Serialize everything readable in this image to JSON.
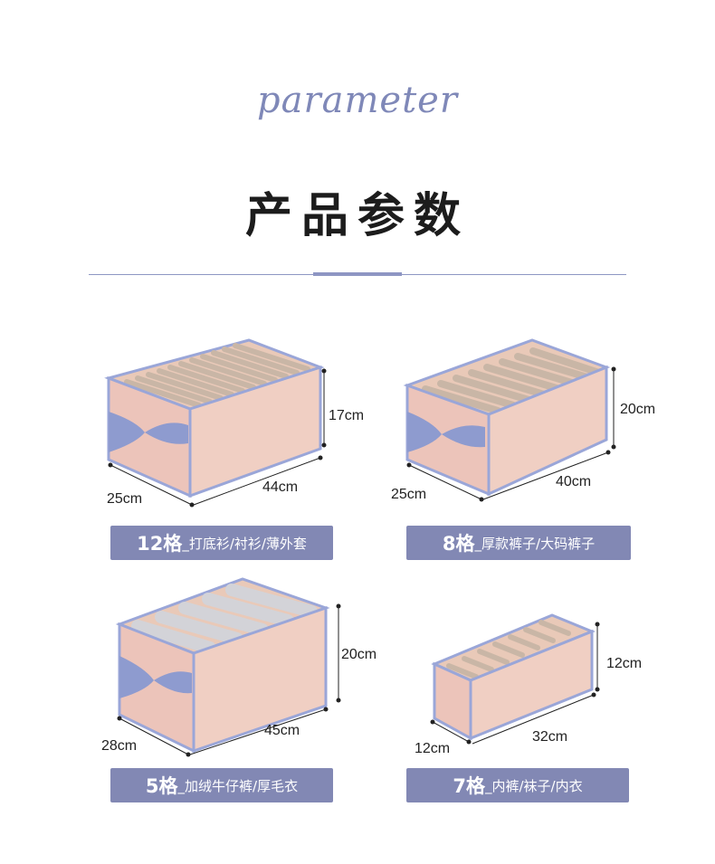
{
  "header": {
    "script_title": "parameter",
    "main_title": "产品参数"
  },
  "colors": {
    "accent": "#8288b4",
    "box_pink": "#f2c6bd",
    "box_edge": "#9aa6d8",
    "bow": "#8e9bcf"
  },
  "products": [
    {
      "cells": "12格",
      "uses": "_打底衫/衬衫/薄外套",
      "height": "17cm",
      "length": "44cm",
      "width": "25cm"
    },
    {
      "cells": "8格",
      "uses": "_厚款裤子/大码裤子",
      "height": "20cm",
      "length": "40cm",
      "width": "25cm"
    },
    {
      "cells": "5格",
      "uses": "_加绒牛仔裤/厚毛衣",
      "height": "20cm",
      "length": "45cm",
      "width": "28cm"
    },
    {
      "cells": "7格",
      "uses": "_内裤/袜子/内衣",
      "height": "12cm",
      "length": "32cm",
      "width": "12cm"
    }
  ]
}
